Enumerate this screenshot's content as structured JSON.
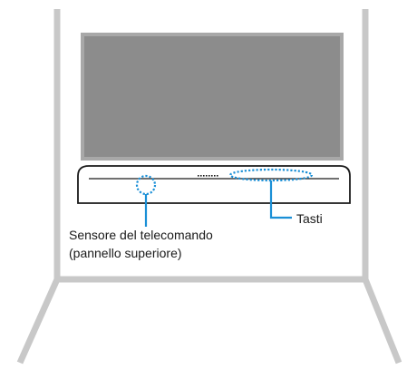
{
  "labels": {
    "remote_sensor_line1": "Sensore del telecomando",
    "remote_sensor_line2": "(pannello superiore)",
    "buttons": "Tasti"
  },
  "colors": {
    "room_lines": "#c8c8c8",
    "tv_screen": "#8c8c8c",
    "soundbar_body": "#ffffff",
    "soundbar_outline": "#1a1a1a",
    "callout": "#1a8fd6"
  }
}
